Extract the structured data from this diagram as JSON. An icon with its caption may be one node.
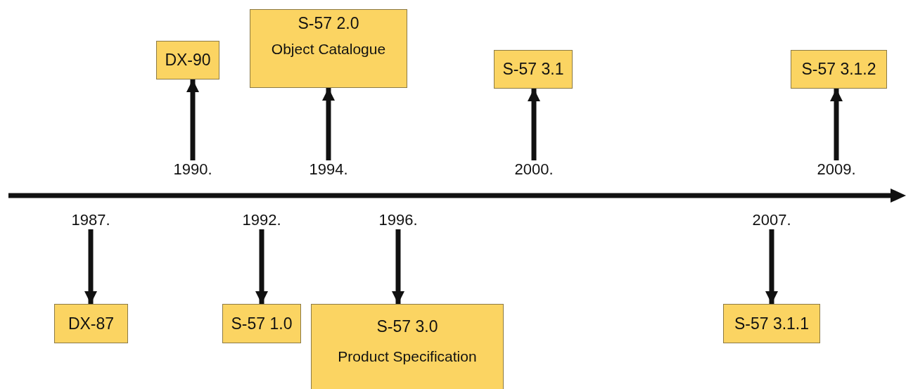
{
  "diagram": {
    "nodes": [
      {
        "text": [
          "DX-90"
        ]
      },
      {
        "text": [
          "S-57 2.0",
          "Object Catalogue"
        ]
      },
      {
        "text": [
          "S-57 3.1"
        ]
      },
      {
        "text": [
          "S-57 3.1.2"
        ]
      },
      {
        "text": [
          "1990."
        ]
      },
      {
        "text": [
          "1994."
        ]
      },
      {
        "text": [
          "2000."
        ]
      },
      {
        "text": [
          "2009."
        ]
      },
      {
        "text": [
          "1987."
        ]
      },
      {
        "text": [
          "1992."
        ]
      },
      {
        "text": [
          "1996."
        ]
      },
      {
        "text": [
          "2007."
        ]
      },
      {
        "text": [
          "DX-87"
        ]
      },
      {
        "text": [
          "S-57 1.0"
        ]
      },
      {
        "text": [
          "S-57 3.0",
          "Product Specification"
        ]
      },
      {
        "text": [
          "S-57 3.1.1"
        ]
      }
    ],
    "edges": [
      {
        "from": 4,
        "to": 0,
        "arrow": "to"
      },
      {
        "from": 5,
        "to": 1,
        "arrow": "to"
      },
      {
        "from": 6,
        "to": 2,
        "arrow": "to"
      },
      {
        "from": 7,
        "to": 3,
        "arrow": "to"
      },
      {
        "from": 8,
        "to": 12,
        "arrow": "to"
      },
      {
        "from": 9,
        "to": 13,
        "arrow": "to"
      },
      {
        "from": 10,
        "to": 14,
        "arrow": "to"
      },
      {
        "from": 11,
        "to": 15,
        "arrow": "to"
      }
    ]
  }
}
